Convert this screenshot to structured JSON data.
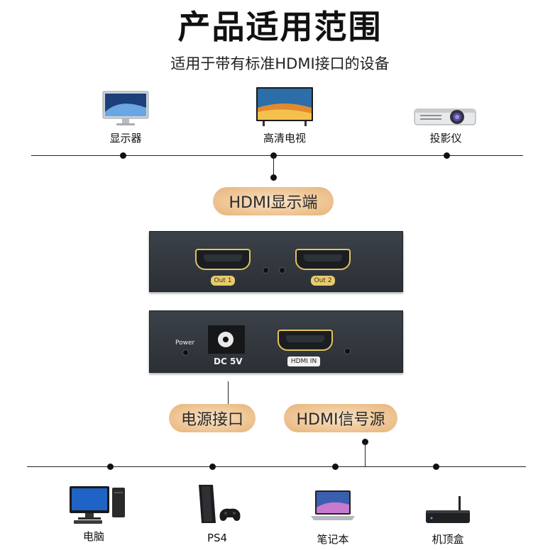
{
  "header": {
    "title": "产品适用范围",
    "subtitle": "适用于带有标准HDMI接口的设备"
  },
  "display_devices": [
    {
      "label": "显示器",
      "icon": "monitor-icon"
    },
    {
      "label": "高清电视",
      "icon": "tv-icon"
    },
    {
      "label": "投影仪",
      "icon": "projector-icon"
    }
  ],
  "labels": {
    "hdmi_display": "HDMI显示端",
    "power_port": "电源接口",
    "hdmi_source": "HDMI信号源"
  },
  "front_panel": {
    "out1": "Out 1",
    "out2": "Out 2"
  },
  "back_panel": {
    "power": "Power",
    "dc": "DC 5V",
    "hdmi_in": "HDMI IN"
  },
  "source_devices": [
    {
      "label": "电脑",
      "icon": "desktop-pc-icon"
    },
    {
      "label": "PS4",
      "icon": "ps4-console-icon"
    },
    {
      "label": "笔记本",
      "icon": "laptop-icon"
    },
    {
      "label": "机顶盒",
      "icon": "set-top-box-icon"
    }
  ],
  "colors": {
    "accent_gold": "#e2c25a",
    "pill": "#f0c899",
    "device_body": "#2b3036"
  }
}
